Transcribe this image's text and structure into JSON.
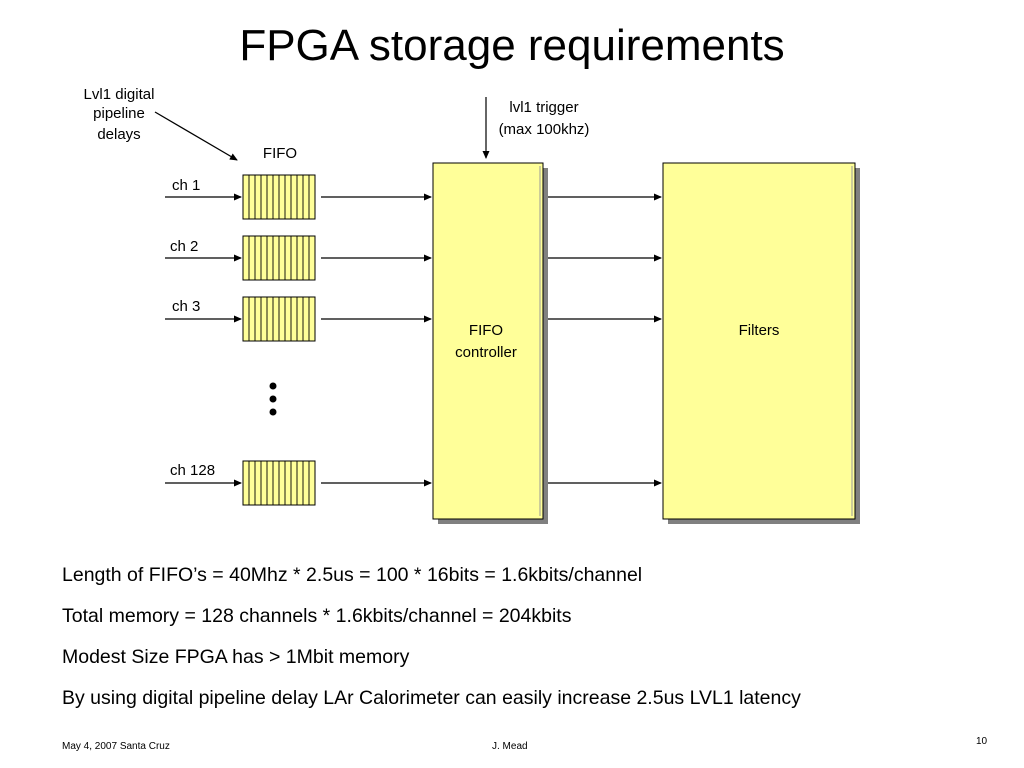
{
  "slide": {
    "title": "FPGA storage requirements"
  },
  "diagram": {
    "annotation_lines": [
      "Lvl1 digital",
      "pipeline",
      "delays"
    ],
    "trigger_lines": [
      "lvl1 trigger",
      "(max 100khz)"
    ],
    "fifo_label": "FIFO",
    "channels": [
      "ch 1",
      "ch 2",
      "ch 3",
      "ch 128"
    ],
    "controller_lines": [
      "FIFO",
      "controller"
    ],
    "filters_label": "Filters",
    "box_fill": "#ffff99",
    "shadow_color": "#808080"
  },
  "body": {
    "lines": [
      "Length of FIFO’s  =  40Mhz * 2.5us  =  100 * 16bits  =  1.6kbits/channel",
      "Total memory = 128 channels * 1.6kbits/channel  =   204kbits",
      "Modest Size FPGA has > 1Mbit memory",
      "By using digital pipeline delay LAr Calorimeter can easily increase 2.5us LVL1 latency"
    ]
  },
  "footer": {
    "left": "May 4, 2007  Santa Cruz",
    "center": "J. Mead",
    "page": "10"
  }
}
